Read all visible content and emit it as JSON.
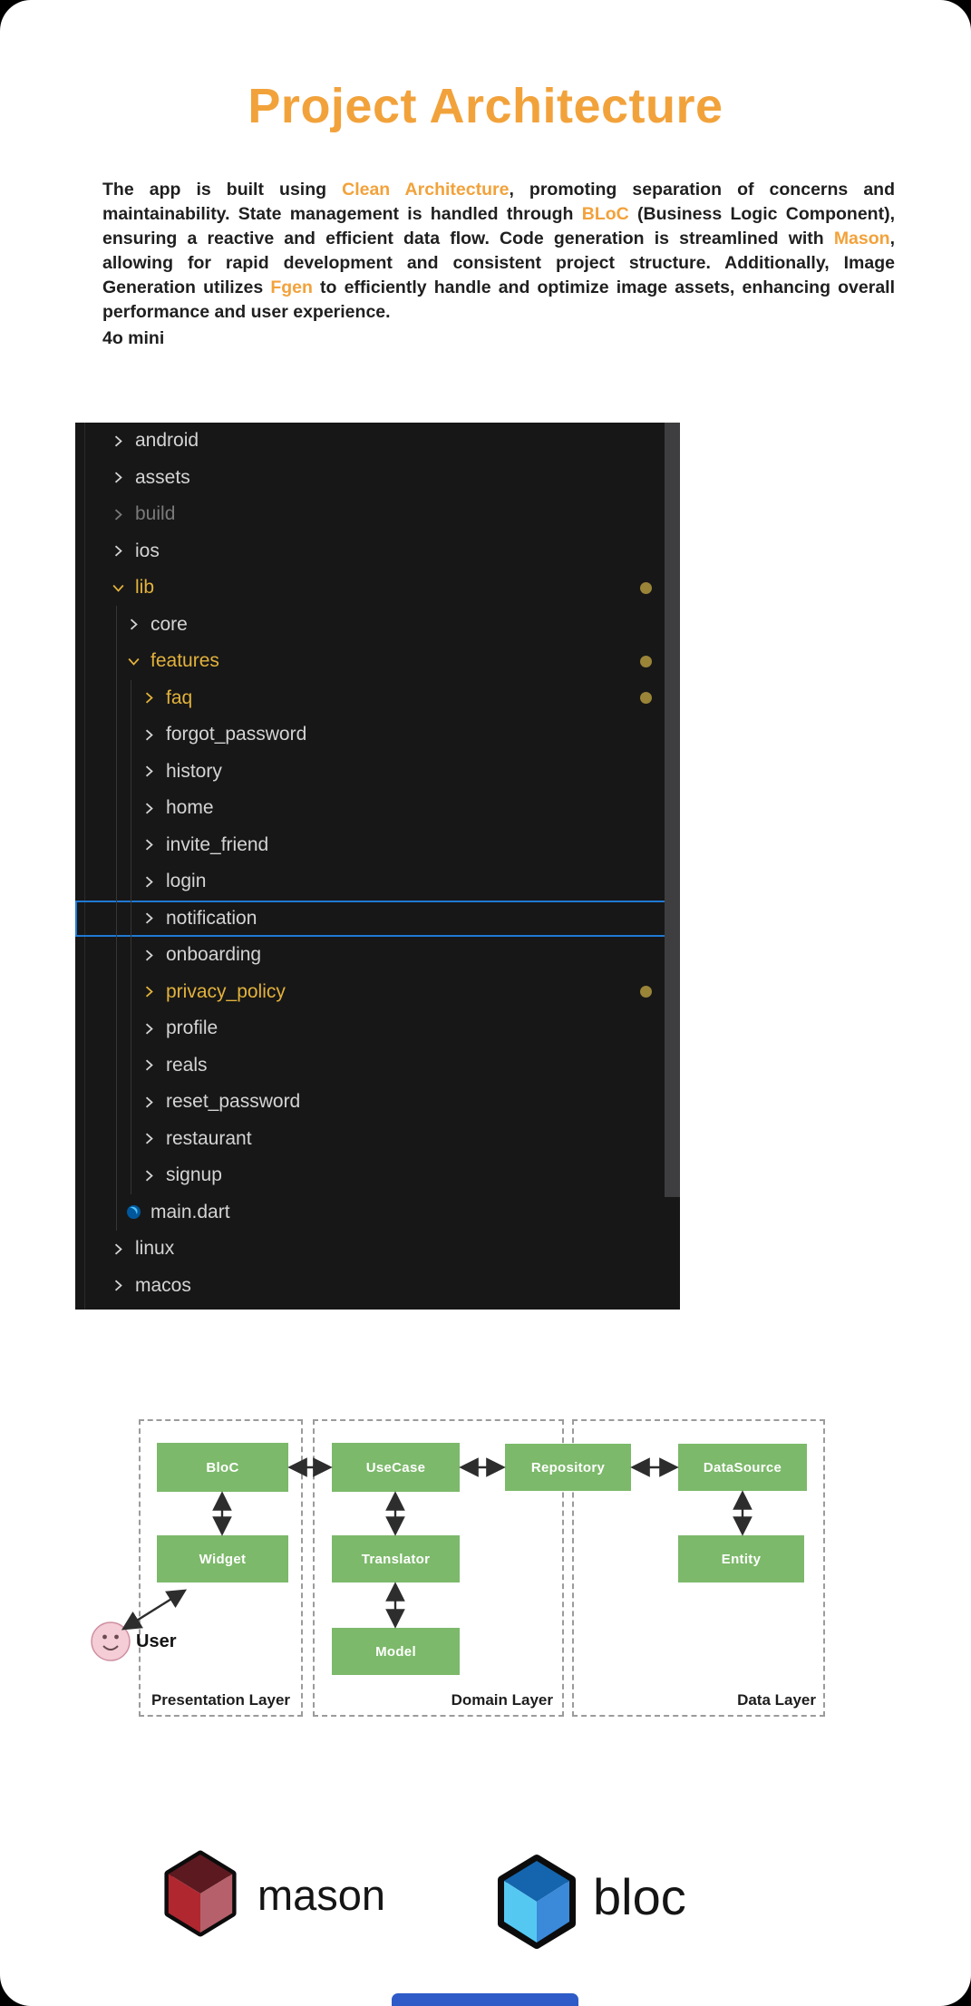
{
  "page": {
    "title": "Project Architecture"
  },
  "intro": {
    "segments": [
      {
        "text": "The app is built using ",
        "highlight": false
      },
      {
        "text": "Clean Architecture",
        "highlight": true
      },
      {
        "text": ", promoting separation of concerns and maintainability. State management is handled through ",
        "highlight": false
      },
      {
        "text": "BLoC",
        "highlight": true
      },
      {
        "text": " (Business Logic Component), ensuring a reactive and efficient data flow. Code generation is streamlined with ",
        "highlight": false
      },
      {
        "text": "Mason",
        "highlight": true
      },
      {
        "text": ", allowing for rapid development and consistent project structure. Additionally, Image Generation utilizes ",
        "highlight": false
      },
      {
        "text": "Fgen",
        "highlight": true
      },
      {
        "text": " to efficiently handle and optimize image assets, enhancing overall performance and user experience.",
        "highlight": false
      }
    ],
    "model_label": "4o mini"
  },
  "file_tree": {
    "items": [
      {
        "label": "android",
        "level": 1,
        "icon": "chevron-collapsed",
        "style": "normal",
        "dot": false,
        "selected": false
      },
      {
        "label": "assets",
        "level": 1,
        "icon": "chevron-collapsed",
        "style": "normal",
        "dot": false,
        "selected": false
      },
      {
        "label": "build",
        "level": 1,
        "icon": "chevron-collapsed",
        "style": "dim",
        "dot": false,
        "selected": false
      },
      {
        "label": "ios",
        "level": 1,
        "icon": "chevron-collapsed",
        "style": "normal",
        "dot": false,
        "selected": false
      },
      {
        "label": "lib",
        "level": 1,
        "icon": "chevron-expanded",
        "style": "gold",
        "dot": true,
        "selected": false
      },
      {
        "label": "core",
        "level": 2,
        "icon": "chevron-collapsed",
        "style": "normal",
        "dot": false,
        "selected": false
      },
      {
        "label": "features",
        "level": 2,
        "icon": "chevron-expanded",
        "style": "gold",
        "dot": true,
        "selected": false
      },
      {
        "label": "faq",
        "level": 3,
        "icon": "chevron-collapsed",
        "style": "gold",
        "dot": true,
        "selected": false
      },
      {
        "label": "forgot_password",
        "level": 3,
        "icon": "chevron-collapsed",
        "style": "normal",
        "dot": false,
        "selected": false
      },
      {
        "label": "history",
        "level": 3,
        "icon": "chevron-collapsed",
        "style": "normal",
        "dot": false,
        "selected": false
      },
      {
        "label": "home",
        "level": 3,
        "icon": "chevron-collapsed",
        "style": "normal",
        "dot": false,
        "selected": false
      },
      {
        "label": "invite_friend",
        "level": 3,
        "icon": "chevron-collapsed",
        "style": "normal",
        "dot": false,
        "selected": false
      },
      {
        "label": "login",
        "level": 3,
        "icon": "chevron-collapsed",
        "style": "normal",
        "dot": false,
        "selected": false
      },
      {
        "label": "notification",
        "level": 3,
        "icon": "chevron-collapsed",
        "style": "normal",
        "dot": false,
        "selected": true
      },
      {
        "label": "onboarding",
        "level": 3,
        "icon": "chevron-collapsed",
        "style": "normal",
        "dot": false,
        "selected": false
      },
      {
        "label": "privacy_policy",
        "level": 3,
        "icon": "chevron-collapsed",
        "style": "gold",
        "dot": true,
        "selected": false
      },
      {
        "label": "profile",
        "level": 3,
        "icon": "chevron-collapsed",
        "style": "normal",
        "dot": false,
        "selected": false
      },
      {
        "label": "reals",
        "level": 3,
        "icon": "chevron-collapsed",
        "style": "normal",
        "dot": false,
        "selected": false
      },
      {
        "label": "reset_password",
        "level": 3,
        "icon": "chevron-collapsed",
        "style": "normal",
        "dot": false,
        "selected": false
      },
      {
        "label": "restaurant",
        "level": 3,
        "icon": "chevron-collapsed",
        "style": "normal",
        "dot": false,
        "selected": false
      },
      {
        "label": "signup",
        "level": 3,
        "icon": "chevron-collapsed",
        "style": "normal",
        "dot": false,
        "selected": false
      },
      {
        "label": "main.dart",
        "level": 2,
        "icon": "dart",
        "style": "normal",
        "dot": false,
        "selected": false
      },
      {
        "label": "linux",
        "level": 1,
        "icon": "chevron-collapsed",
        "style": "normal",
        "dot": false,
        "selected": false
      },
      {
        "label": "macos",
        "level": 1,
        "icon": "chevron-collapsed",
        "style": "normal",
        "dot": false,
        "selected": false
      }
    ]
  },
  "diagram": {
    "layers": [
      {
        "label": "Presentation Layer"
      },
      {
        "label": "Domain Layer"
      },
      {
        "label": "Data Layer"
      }
    ],
    "boxes": {
      "bloc": "BloC",
      "widget": "Widget",
      "usecase": "UseCase",
      "translator": "Translator",
      "model": "Model",
      "repository": "Repository",
      "datasource": "DataSource",
      "entity": "Entity"
    },
    "user_label": "User"
  },
  "logos": {
    "mason": "mason",
    "bloc": "bloc"
  },
  "colors": {
    "accent": "#F2A23B",
    "gold": "#E2B23C",
    "gold-dot": "#9A8438",
    "select-blue": "#2079D4",
    "green": "#7CB96A",
    "panel-bg": "#171717",
    "tree-fg": "#D4D4D4",
    "tree-dim": "#7A7A7A",
    "bar-blue": "#2E5BC7"
  }
}
